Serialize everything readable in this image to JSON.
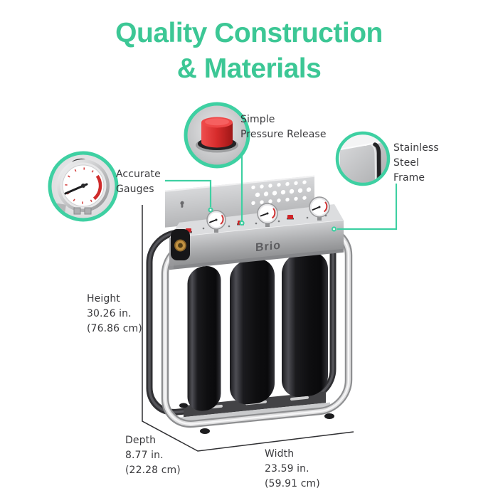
{
  "title": {
    "line1": "Quality Construction",
    "line2": "& Materials"
  },
  "callouts": {
    "gauges": {
      "line1": "Accurate",
      "line2": "Gauges"
    },
    "pressure": {
      "line1": "Simple",
      "line2": "Pressure Release"
    },
    "frame": {
      "line1": "Stainless",
      "line2": "Steel",
      "line3": "Frame"
    }
  },
  "product": {
    "brand": "Brio"
  },
  "dimensions": {
    "height": {
      "label": "Height",
      "inches": "30.26 in.",
      "cm": "(76.86 cm)"
    },
    "depth": {
      "label": "Depth",
      "inches": "8.77 in.",
      "cm": "(22.28 cm)"
    },
    "width": {
      "label": "Width",
      "inches": "23.59 in.",
      "cm": "(59.91 cm)"
    }
  },
  "colors": {
    "accent": "#3cc795",
    "line": "#3ed0a2",
    "text": "#3a3a3d",
    "red": "#d32c2c"
  }
}
